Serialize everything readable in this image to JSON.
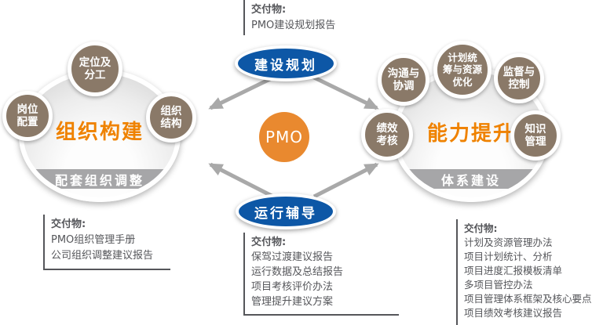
{
  "center": {
    "pmo": "PMO",
    "planning_ellipse": "建设规划",
    "coaching_ellipse": "运行辅导",
    "deliverables_top": {
      "label": "交付物:",
      "items": [
        "PMO建设规划报告"
      ]
    },
    "deliverables_bottom": {
      "label": "交付物:",
      "items": [
        "保驾过渡建议报告",
        "运行数据及总结报告",
        "项目考核评价办法",
        "管理提升建议方案"
      ]
    }
  },
  "left_cluster": {
    "title": "组织构建",
    "banner": "配套组织调整",
    "satellites": [
      {
        "lines": [
          "定位及",
          "分工"
        ]
      },
      {
        "lines": [
          "岗位",
          "配置"
        ]
      },
      {
        "lines": [
          "组织",
          "结构"
        ]
      }
    ],
    "deliverables": {
      "label": "交付物:",
      "items": [
        "PMO组织管理手册",
        "公司组织调整建议报告"
      ]
    }
  },
  "right_cluster": {
    "title": "能力提升",
    "banner": "体系建设",
    "satellites": [
      {
        "lines": [
          "沟通与",
          "协调"
        ]
      },
      {
        "lines": [
          "计划统",
          "筹与资源",
          "优化"
        ]
      },
      {
        "lines": [
          "监督与",
          "控制"
        ]
      },
      {
        "lines": [
          "绩效",
          "考核"
        ]
      },
      {
        "lines": [
          "知识",
          "管理"
        ]
      }
    ],
    "deliverables": {
      "label": "交付物:",
      "items": [
        "计划及资源管理办法",
        "项目计划统计、分析",
        "项目进度汇报模板清单",
        "多项目管控办法",
        "项目管理体系框架及核心要点",
        "项目绩效考核建议报告"
      ]
    }
  },
  "colors": {
    "ellipse_blue": "#0D57A6",
    "pmo_orange": "#E9892F",
    "cluster_title_orange": "#EF8200",
    "satellite_brown": "#8A7968",
    "banner_gray": "#A6A6A8",
    "arrow_gray": "#A9A9A9",
    "text_gray": "#55565A"
  }
}
